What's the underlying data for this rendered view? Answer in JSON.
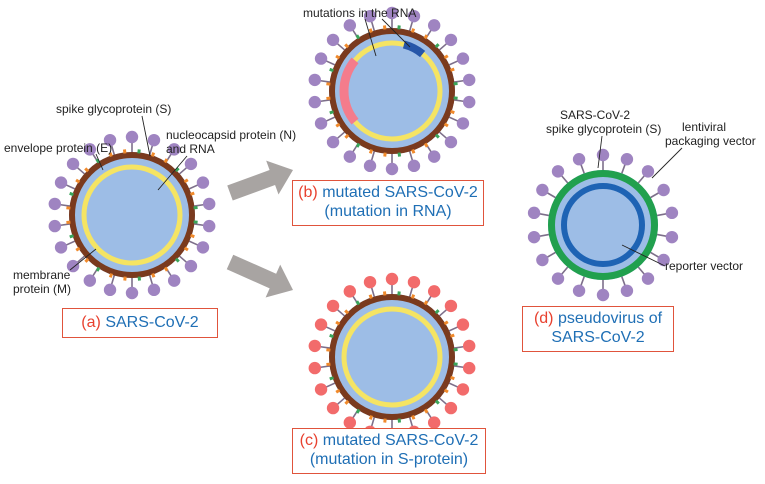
{
  "colors": {
    "capsid_fill": "#9dbde6",
    "envelope_ring": "#7a3a1e",
    "nucleocapsid_ring": "#f5e463",
    "spike": "#9f84c1",
    "spike_mutated": "#f26b6b",
    "rna_mutation_red": "#f47c8c",
    "rna_mutation_blue": "#2656a8",
    "pseudovirus_outer": "#21a04e",
    "pseudovirus_inner": "#1e63b4",
    "arrow": "#a8a4a2",
    "label_tag": "#e8412f",
    "label_text": "#1f6fb5",
    "box_border": "#e0543c"
  },
  "virus_a": {
    "labels": {
      "spike": "spike glycoprotein (S)",
      "envelope": "envelope protein (E)",
      "nucleocapsid_line1": "nucleocapsid protein (N)",
      "nucleocapsid_line2": "and RNA",
      "membrane_line1": "membrane",
      "membrane_line2": "protein (M)"
    },
    "box": {
      "tag": "(a)",
      "line1": "SARS-CoV-2"
    }
  },
  "virus_b": {
    "labels": {
      "mutations": "mutations in the RNA"
    },
    "box": {
      "tag": "(b)",
      "line1": "mutated SARS-CoV-2",
      "line2": "(mutation in RNA)"
    }
  },
  "virus_c": {
    "box": {
      "tag": "(c)",
      "line1": "mutated SARS-CoV-2",
      "line2": "(mutation in S-protein)"
    }
  },
  "virus_d": {
    "labels": {
      "spike_line1": "SARS-CoV-2",
      "spike_line2": "spike glycoprotein (S)",
      "lentiviral_line1": "lentiviral",
      "lentiviral_line2": "packaging vector",
      "reporter": "reporter vector"
    },
    "box": {
      "tag": "(d)",
      "line1": "pseudovirus of",
      "line2": "SARS-CoV-2"
    }
  }
}
